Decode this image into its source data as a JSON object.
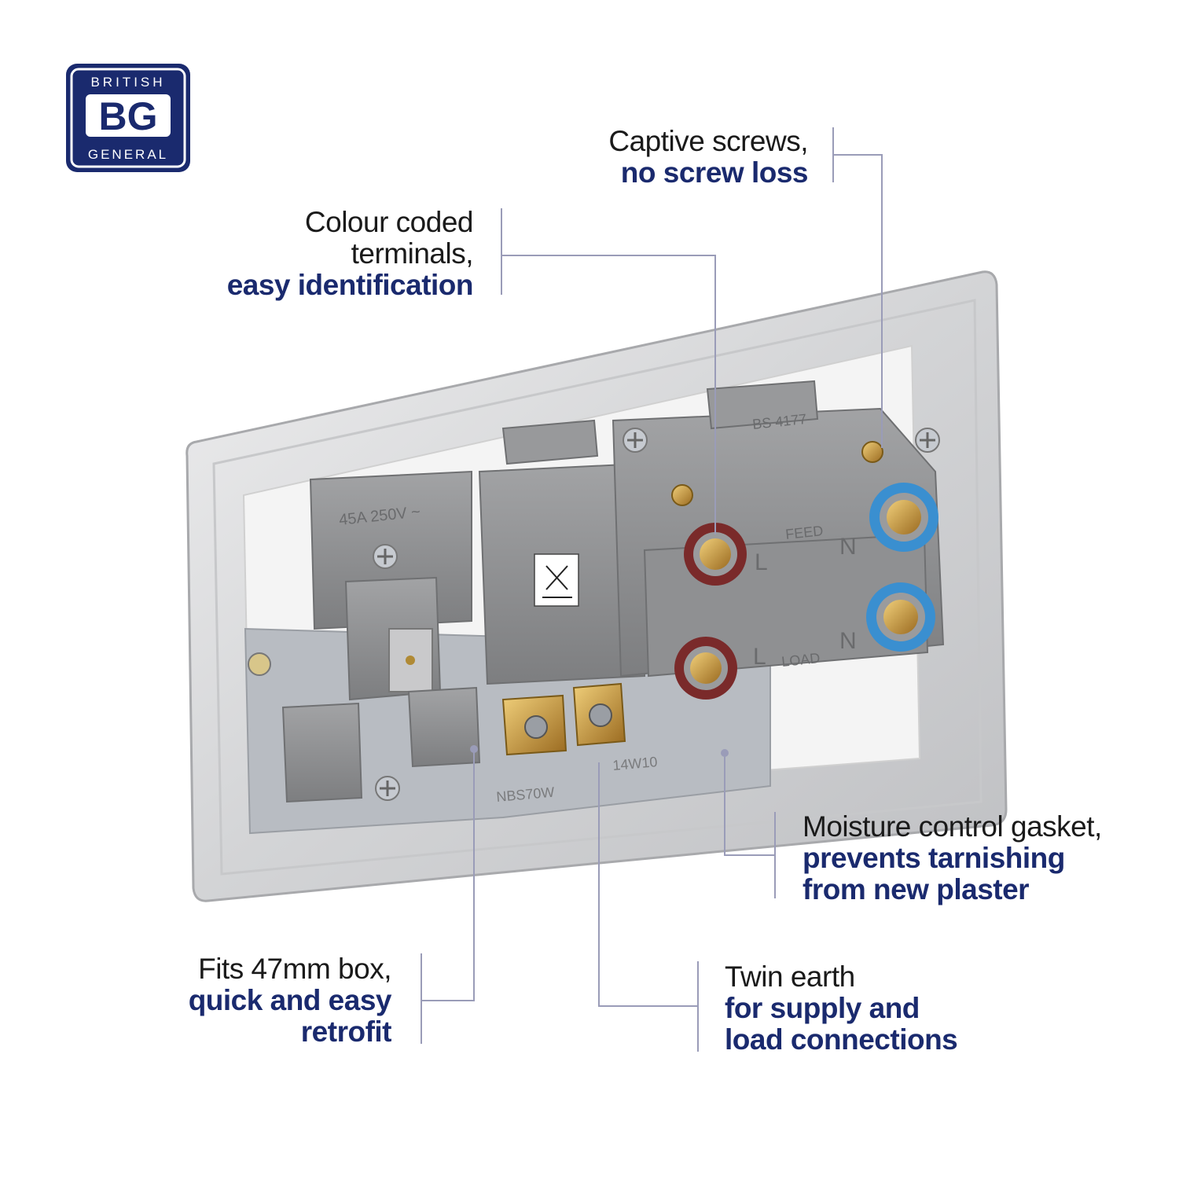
{
  "logo": {
    "top_text": "BRITISH",
    "middle_text": "BG",
    "bottom_text": "GENERAL",
    "color": "#1a2a6e"
  },
  "callouts": {
    "captive_screws": {
      "line1": "Captive screws,",
      "line2": "no screw loss"
    },
    "colour_coded": {
      "line1": "Colour coded",
      "line2": "terminals,",
      "line3": "easy identification"
    },
    "moisture": {
      "line1": "Moisture control gasket,",
      "line2": "prevents tarnishing",
      "line3": "from new plaster"
    },
    "fits_box": {
      "line1": "Fits 47mm box,",
      "line2": "quick and easy",
      "line3": "retrofit"
    },
    "twin_earth": {
      "line1": "Twin earth",
      "line2": "for supply and",
      "line3": "load connections"
    }
  },
  "product_markings": {
    "rating": "45A 250V ~",
    "standard": "BS 4177",
    "feed": "FEED",
    "load": "LOAD",
    "live": "L",
    "neutral": "N",
    "model": "NBS70W",
    "code": "14W10"
  },
  "colors": {
    "brand_navy": "#1a2a6e",
    "leader_line": "#9a9cb8",
    "live_terminal": "#7a2a2a",
    "neutral_terminal": "#3a8fd0",
    "housing_grey": "#8d8e90",
    "plate_silver": "#d6d7d9"
  }
}
